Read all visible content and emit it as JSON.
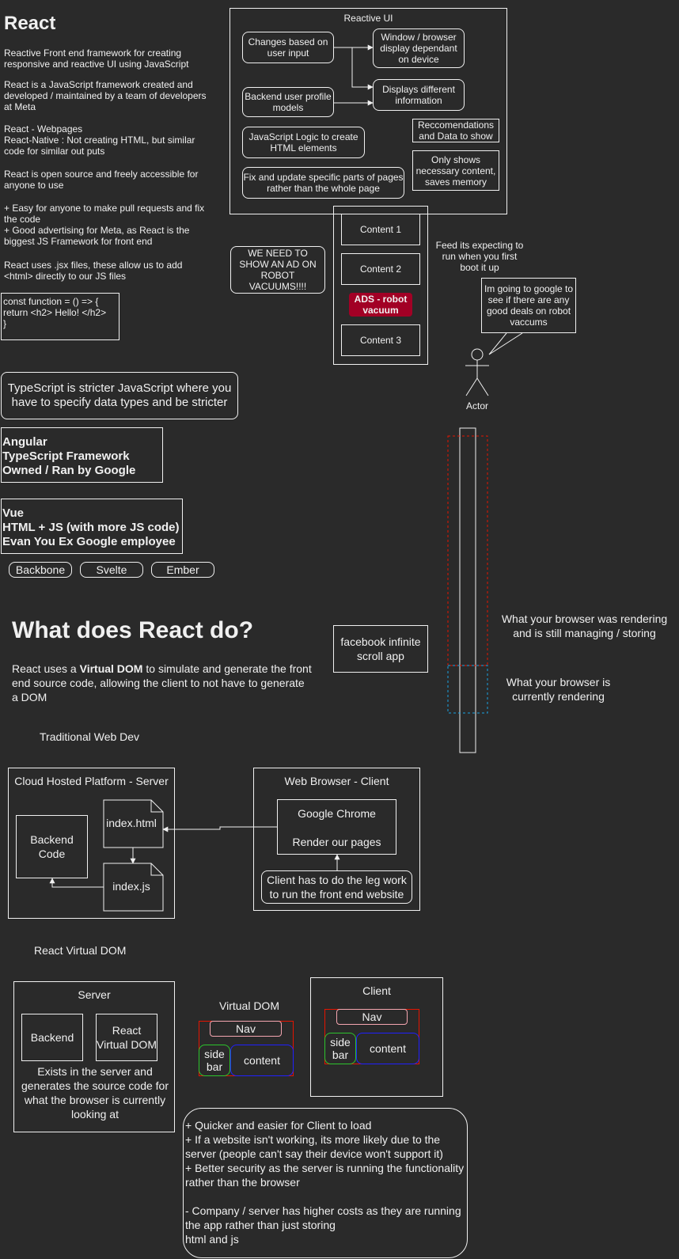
{
  "intro": {
    "title": "React",
    "p1": "Reactive Front end framework for creating responsive and reactive UI using JavaScript",
    "p2": "React is a JavaScript framework created and developed / maintained by a team of developers at Meta",
    "p3": "React - Webpages\nReact-Native : Not creating HTML, but similar code for similar out puts",
    "p4": "React is open source and freely accessible for anyone to use",
    "p5": "+ Easy for anyone to make pull requests and fix the code\n+ Good advertising for Meta, as React is the biggest JS Framework for front end",
    "p6": "React uses .jsx files, these allow us to add <html> directly to our JS files",
    "code": "const function = () => {\n  return <h2> Hello! </h2>\n}"
  },
  "reactive_ui": {
    "title": "Reactive UI",
    "changes": "Changes based on user input",
    "window": "Window / browser display dependant on device",
    "backend_profile": "Backend user profile models",
    "displays": "Displays different information",
    "js_logic": "JavaScript Logic to create HTML elements",
    "recommendations": "Reccomendations and Data to show",
    "fix_update": "Fix and update specific parts of pages rather than the whole page",
    "only_shows": "Only shows necessary content, saves memory"
  },
  "ads": {
    "content1": "Content 1",
    "content2": "Content 2",
    "ad_label": "ADS - robot vacuum",
    "content3": "Content 3",
    "need_ad": "WE NEED TO SHOW AN AD ON ROBOT VACUUMS!!!!",
    "feeds": "Feed its expecting to run when you first boot it up",
    "speech": "Im going to google to see if there are any good deals on robot vaccums",
    "actor": "Actor",
    "ad_color": "#a20025"
  },
  "frameworks": {
    "typescript": "TypeScript is stricter JavaScript where you have to specify data types and be stricter",
    "angular": "Angular\nTypeScript Framework\nOwned / Ran by Google",
    "vue": "Vue\nHTML + JS (with more JS code)\nEvan You Ex Google employee",
    "backbone": "Backbone",
    "svelte": "Svelte",
    "ember": "Ember"
  },
  "what_react": {
    "heading": "What does React do?",
    "desc_pre": "React uses a ",
    "desc_bold": "Virtual DOM",
    "desc_post": " to simulate and generate the front end source code, allowing the client to not have to generate a DOM"
  },
  "scroll": {
    "facebook": "facebook infinite scroll app",
    "was_rendering": "What your browser was rendering and is still managing / storing",
    "currently": "What your browser is currently rendering"
  },
  "traditional": {
    "label": "Traditional Web Dev",
    "server_title": "Cloud Hosted Platform - Server",
    "backend": "Backend Code",
    "index_html": "index.html",
    "index_js": "index.js",
    "client_title": "Web Browser - Client",
    "chrome": "Google Chrome",
    "render": "Render our pages",
    "legwork": "Client has to do the leg work to run the front end website"
  },
  "vdom": {
    "label": "React Virtual DOM",
    "server_title": "Server",
    "backend": "Backend",
    "react_vdom": "React Virtual DOM",
    "exists": "Exists in the server and generates the source code for what the browser is currently looking at",
    "vdom_title": "Virtual DOM",
    "nav": "Nav",
    "sidebar": "side bar",
    "content": "content",
    "client_title": "Client",
    "pros": "+ Quicker and easier for Client to load\n+ If a website isn't working, its more likely due to the server (people can't say their device won't support it)\n+ Better security as the server is running the functionality rather than the browser\n\n- Company / server has higher costs as they are running the app rather than just storing\nhtml and js"
  }
}
